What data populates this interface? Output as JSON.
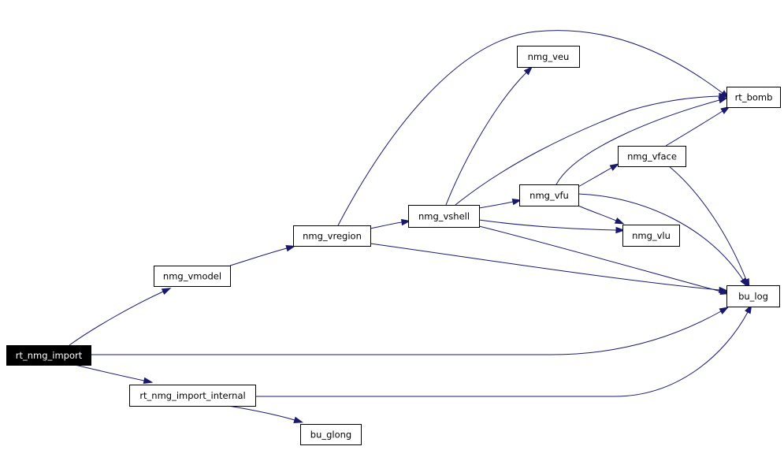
{
  "graph": {
    "type": "call-graph",
    "colors": {
      "edge": "#191970",
      "node_border": "#000000",
      "node_fill": "#ffffff",
      "root_fill": "#000000",
      "root_text": "#ffffff"
    },
    "nodes": [
      {
        "id": "rt_nmg_import",
        "label": "rt_nmg_import",
        "root": true
      },
      {
        "id": "nmg_vmodel",
        "label": "nmg_vmodel"
      },
      {
        "id": "nmg_vregion",
        "label": "nmg_vregion"
      },
      {
        "id": "nmg_vshell",
        "label": "nmg_vshell"
      },
      {
        "id": "nmg_veu",
        "label": "nmg_veu"
      },
      {
        "id": "rt_bomb",
        "label": "rt_bomb"
      },
      {
        "id": "nmg_vface",
        "label": "nmg_vface"
      },
      {
        "id": "nmg_vfu",
        "label": "nmg_vfu"
      },
      {
        "id": "nmg_vlu",
        "label": "nmg_vlu"
      },
      {
        "id": "bu_log",
        "label": "bu_log"
      },
      {
        "id": "rt_nmg_import_internal",
        "label": "rt_nmg_import_internal"
      },
      {
        "id": "bu_glong",
        "label": "bu_glong"
      }
    ],
    "edges": [
      {
        "from": "rt_nmg_import",
        "to": "nmg_vmodel"
      },
      {
        "from": "rt_nmg_import",
        "to": "bu_log"
      },
      {
        "from": "rt_nmg_import",
        "to": "rt_nmg_import_internal"
      },
      {
        "from": "nmg_vmodel",
        "to": "nmg_vregion"
      },
      {
        "from": "nmg_vregion",
        "to": "rt_bomb"
      },
      {
        "from": "nmg_vregion",
        "to": "nmg_vshell"
      },
      {
        "from": "nmg_vregion",
        "to": "bu_log"
      },
      {
        "from": "nmg_vshell",
        "to": "nmg_veu"
      },
      {
        "from": "nmg_vshell",
        "to": "rt_bomb"
      },
      {
        "from": "nmg_vshell",
        "to": "nmg_vfu"
      },
      {
        "from": "nmg_vshell",
        "to": "nmg_vlu"
      },
      {
        "from": "nmg_vshell",
        "to": "bu_log"
      },
      {
        "from": "nmg_vfu",
        "to": "rt_bomb"
      },
      {
        "from": "nmg_vfu",
        "to": "nmg_vface"
      },
      {
        "from": "nmg_vfu",
        "to": "nmg_vlu"
      },
      {
        "from": "nmg_vfu",
        "to": "bu_log"
      },
      {
        "from": "nmg_vface",
        "to": "rt_bomb"
      },
      {
        "from": "nmg_vface",
        "to": "bu_log"
      },
      {
        "from": "rt_nmg_import_internal",
        "to": "bu_log"
      },
      {
        "from": "rt_nmg_import_internal",
        "to": "bu_glong"
      }
    ]
  }
}
